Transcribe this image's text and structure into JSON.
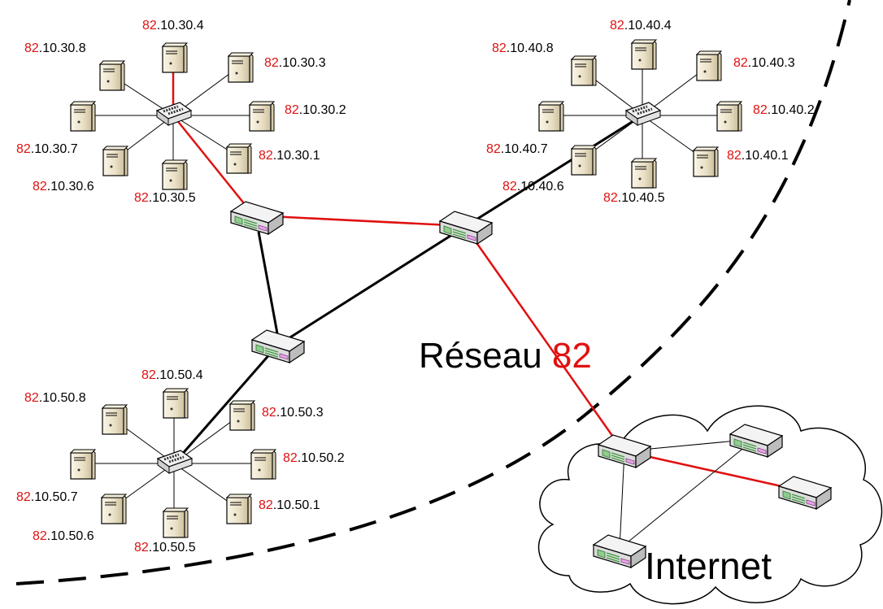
{
  "diagram": {
    "title": {
      "word": "Réseau",
      "number": "82"
    },
    "cloud_label": "Internet",
    "network_prefix": "82",
    "host_labels": {
      "net30": [
        {
          "net": "82",
          "rest": ".10.30.8"
        },
        {
          "net": "82",
          "rest": ".10.30.4"
        },
        {
          "net": "82",
          "rest": ".10.30.3"
        },
        {
          "net": "82",
          "rest": ".10.30.2"
        },
        {
          "net": "82",
          "rest": ".10.30.1"
        },
        {
          "net": "82",
          "rest": ".10.30.5"
        },
        {
          "net": "82",
          "rest": ".10.30.6"
        },
        {
          "net": "82",
          "rest": ".10.30.7"
        }
      ],
      "net40": [
        {
          "net": "82",
          "rest": ".10.40.8"
        },
        {
          "net": "82",
          "rest": ".10.40.4"
        },
        {
          "net": "82",
          "rest": ".10.40.3"
        },
        {
          "net": "82",
          "rest": ".10.40.2"
        },
        {
          "net": "82",
          "rest": ".10.40.1"
        },
        {
          "net": "82",
          "rest": ".10.40.5"
        },
        {
          "net": "82",
          "rest": ".10.40.6"
        },
        {
          "net": "82",
          "rest": ".10.40.7"
        }
      ],
      "net50": [
        {
          "net": "82",
          "rest": ".10.50.8"
        },
        {
          "net": "82",
          "rest": ".10.50.4"
        },
        {
          "net": "82",
          "rest": ".10.50.3"
        },
        {
          "net": "82",
          "rest": ".10.50.2"
        },
        {
          "net": "82",
          "rest": ".10.50.1"
        },
        {
          "net": "82",
          "rest": ".10.50.5"
        },
        {
          "net": "82",
          "rest": ".10.50.6"
        },
        {
          "net": "82",
          "rest": ".10.50.7"
        }
      ]
    },
    "colors": {
      "highlight_path": "#e01010",
      "link": "#000000",
      "server_body": "#ece3cc",
      "router_top": "#f3f3f3"
    },
    "icons": [
      "server-icon",
      "switch-icon",
      "router-icon",
      "cloud-icon"
    ]
  }
}
